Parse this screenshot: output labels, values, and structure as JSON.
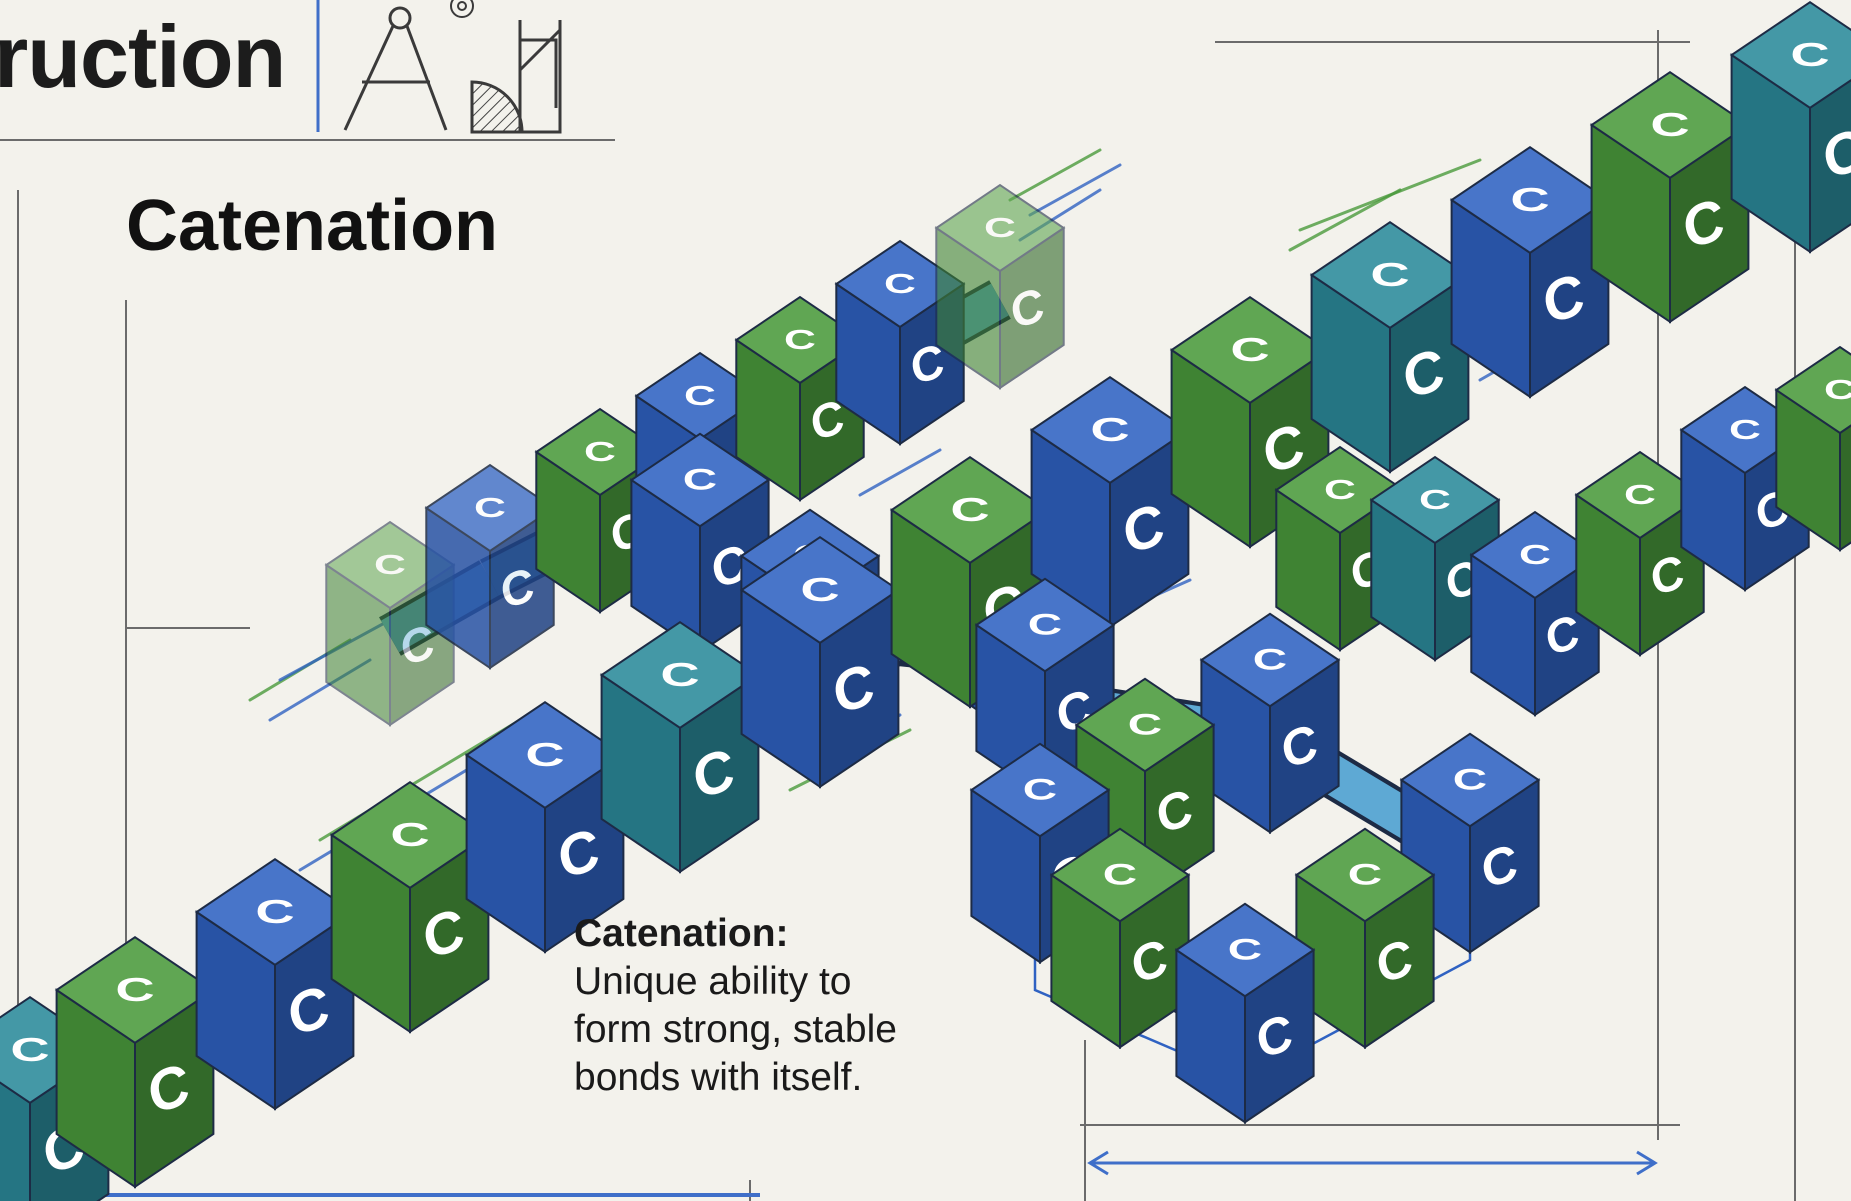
{
  "header": {
    "title_fragment": "ruction"
  },
  "section": {
    "heading": "Catenation"
  },
  "caption": {
    "lead": "Catenation:",
    "body": "Unique ability to\nform strong, stable\nbonds with itself."
  },
  "atom": {
    "symbol": "C"
  },
  "colors": {
    "paper": "#f3f2ec",
    "carbon_blue": "#2f62c2",
    "carbon_green": "#4a9a3c",
    "carbon_teal": "#2b8a9a",
    "bond": "#5ea9d4",
    "line": "#3a3a3a"
  },
  "icons": [
    "compass-icon",
    "gear-icon",
    "drafting-triangle-icon",
    "protractor-icon"
  ]
}
